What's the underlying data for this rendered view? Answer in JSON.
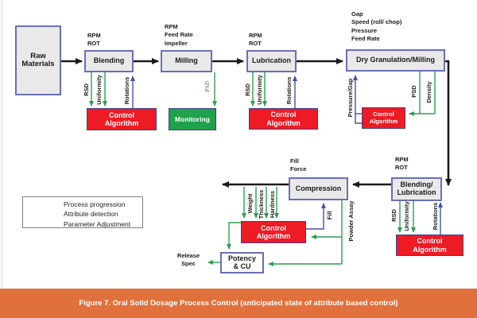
{
  "figure": {
    "caption": "Figure 7. Oral Solid Dosage Process Control (anticipated state of attribute based control)"
  },
  "boxes": {
    "raw_materials": "Raw\nMaterials",
    "blending": "Blending",
    "milling": "Milling",
    "lubrication": "Lubrication",
    "dry_granulation": "Dry Granulation/Milling",
    "blending_lubrication": "Blending/\nLubrication",
    "compression": "Compression",
    "potency_cu": "Potency\n& CU",
    "control_algorithm": "Control\nAlgorithm",
    "monitoring": "Monitoring"
  },
  "parameters": {
    "blending": "RPM\nROT",
    "milling": "RPM\nFeed Rate\nImpeller",
    "lubrication": "RPM\nROT",
    "dry_granulation": "Gap\nSpeed (roll/ chop)\nPressure\nFeed Rate",
    "blending_lubrication": "RPM\nROT",
    "compression": "Fill\nForce"
  },
  "measurements": {
    "blending_rsd": "RSD",
    "blending_uniformity": "Uniformity",
    "blending_rotations": "Rotations",
    "milling_psd": "PSD",
    "lubrication_rsd": "RSD",
    "lubrication_uniformity": "Uniformity",
    "lubrication_rotations": "Rotations",
    "dry_granulation_pressure_gap": "Pressure/Gap",
    "dry_granulation_psd": "PSD",
    "dry_granulation_density": "Density",
    "compression_weight": "Weight",
    "compression_thickness": "Thickness",
    "compression_hardness": "Hardness",
    "compression_fill": "Fill",
    "compression_powder_assay": "Powder Assay",
    "bl2_rsd": "RSD",
    "bl2_uniformity": "Uniformity",
    "bl2_rotations": "Rotations",
    "release_spec": "Release\nSpec"
  },
  "legend": {
    "items": [
      {
        "label": "Process progression",
        "color": "#1a1a1a"
      },
      {
        "label": "Attribute detection",
        "color": "#2e9e4f"
      },
      {
        "label": "Parameter Adjustment",
        "color": "#4353a4"
      }
    ]
  },
  "colors": {
    "process_box_border": "#6a6fb5",
    "process_box_fill": "#e9e9e9",
    "control_algorithm_fill": "#ee1b24",
    "monitoring_fill": "#1fa24b",
    "process_line": "#1a1a1a",
    "attribute_line": "#2e9e4f",
    "parameter_line": "#4353a4",
    "caption_bg": "#e0703c"
  }
}
